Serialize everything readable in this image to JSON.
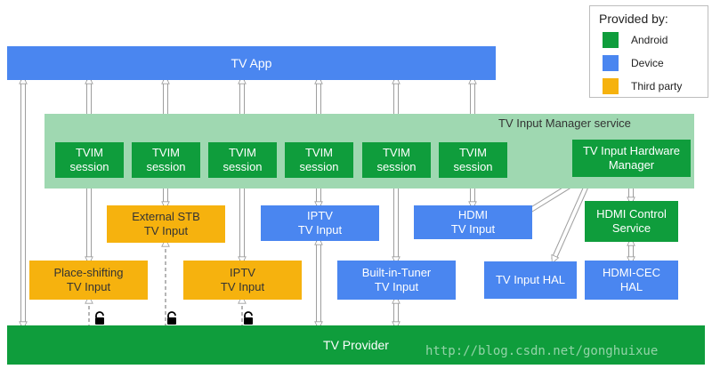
{
  "top_bar": {
    "label": "TV App"
  },
  "bottom_bar": {
    "label": "TV Provider"
  },
  "service": {
    "label": "TV Input Manager service"
  },
  "sessions": [
    {
      "label": "TVIM\nsession"
    },
    {
      "label": "TVIM\nsession"
    },
    {
      "label": "TVIM\nsession"
    },
    {
      "label": "TVIM\nsession"
    },
    {
      "label": "TVIM\nsession"
    },
    {
      "label": "TVIM\nsession"
    }
  ],
  "hw_manager": {
    "label": "TV Input Hardware\nManager"
  },
  "inputs": {
    "external_stb": "External STB\nTV Input",
    "place_shifting": "Place-shifting\nTV Input",
    "iptv_third": "IPTV\nTV Input",
    "iptv_device": "IPTV\nTV Input",
    "built_in_tuner": "Built-in-Tuner\nTV Input",
    "hdmi": "HDMI\nTV Input"
  },
  "hal": {
    "tv_input_hal": "TV Input HAL",
    "hdmi_control": "HDMI Control\nService",
    "hdmi_cec": "HDMI-CEC\nHAL"
  },
  "legend": {
    "title": "Provided by:",
    "items": [
      {
        "label": "Android",
        "color": "#0f9d3c"
      },
      {
        "label": "Device",
        "color": "#4a86f0"
      },
      {
        "label": "Third party",
        "color": "#f6b20e"
      }
    ]
  },
  "watermark": "http://blog.csdn.net/gonghuixue"
}
